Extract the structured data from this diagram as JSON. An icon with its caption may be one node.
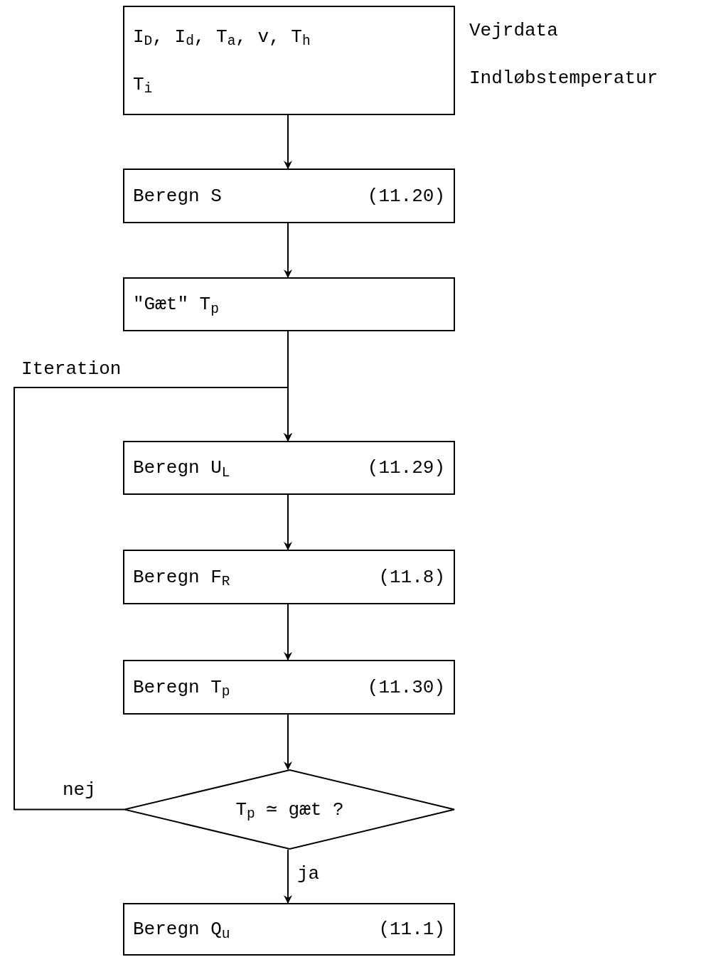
{
  "diagram": {
    "nodes": [
      {
        "text": [
          "I$_{D}$, I$_{d}$, T$_{a}$, v, T$_{h}$",
          "T$_{i}$"
        ],
        "beside": [
          "Vejrdata",
          "Indløbstemperatur"
        ]
      },
      {
        "text": [
          "Beregn S",
          "(11.20)"
        ]
      },
      {
        "text": [
          "\"Gæt\" T$_{p}$"
        ]
      },
      {
        "text": [
          "Beregn U$_{L}$",
          "(11.29)"
        ]
      },
      {
        "text": [
          "Beregn F$_{R}$",
          "(11.8)"
        ]
      },
      {
        "text": [
          "Beregn T$_{p}$",
          "(11.30)"
        ]
      },
      {
        "text": [
          "T$_{p}$ ≃ gæt ?"
        ]
      },
      {
        "text": [
          "Beregn Q$_{u}$",
          "(11.1)"
        ]
      }
    ],
    "edges": [
      {
        "from": 0,
        "to": 1,
        "arrow": "to"
      },
      {
        "from": 1,
        "to": 2,
        "arrow": "to"
      },
      {
        "from": 2,
        "to": 3,
        "arrow": "to"
      },
      {
        "from": 3,
        "to": 4,
        "arrow": "to"
      },
      {
        "from": 4,
        "to": 5,
        "arrow": "to"
      },
      {
        "from": 5,
        "to": 6,
        "arrow": "to"
      },
      {
        "from": 6,
        "to": 3,
        "arrow": "to",
        "label": "nej"
      },
      {
        "from": 6,
        "to": 7,
        "arrow": "to",
        "label": "ja"
      }
    ],
    "labels": [
      "Iteration"
    ]
  }
}
